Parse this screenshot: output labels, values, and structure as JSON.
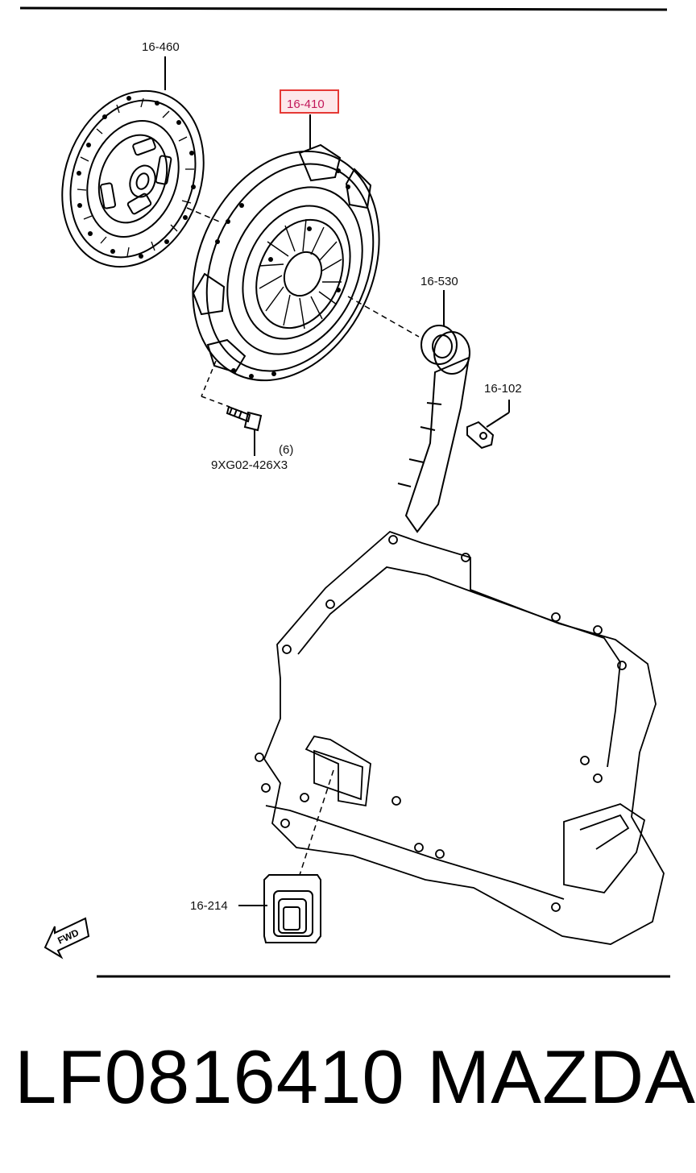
{
  "diagram": {
    "labels": {
      "clutch_disc": "16-460",
      "clutch_cover": "16-410",
      "release_bearing": "16-530",
      "bolt_fitting": "16-102",
      "bolt_qty": "(6)",
      "bolt_code": "9XG02-426X3",
      "boot": "16-214",
      "fwd": "FWD"
    },
    "highlight_color": "#e53935"
  },
  "footer": {
    "part_number": "LF0816410",
    "brand": "MAZDA"
  }
}
